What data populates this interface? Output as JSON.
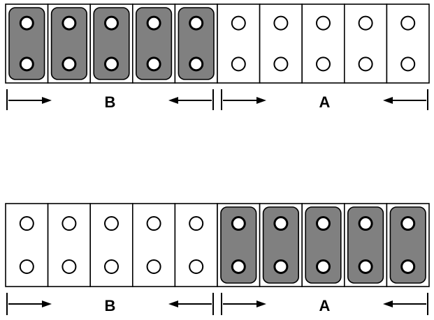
{
  "diagrams": [
    {
      "id": "top",
      "cell_count": 10,
      "jumpered_cells": [
        0,
        1,
        2,
        3,
        4
      ],
      "groups": [
        {
          "label": "B",
          "cells": [
            0,
            4
          ]
        },
        {
          "label": "A",
          "cells": [
            5,
            9
          ]
        }
      ]
    },
    {
      "id": "bottom",
      "cell_count": 10,
      "jumpered_cells": [
        5,
        6,
        7,
        8,
        9
      ],
      "groups": [
        {
          "label": "B",
          "cells": [
            0,
            4
          ]
        },
        {
          "label": "A",
          "cells": [
            5,
            9
          ]
        }
      ]
    }
  ],
  "colors": {
    "jumper_fill": "#808080",
    "outline": "#000000",
    "background": "#ffffff"
  }
}
